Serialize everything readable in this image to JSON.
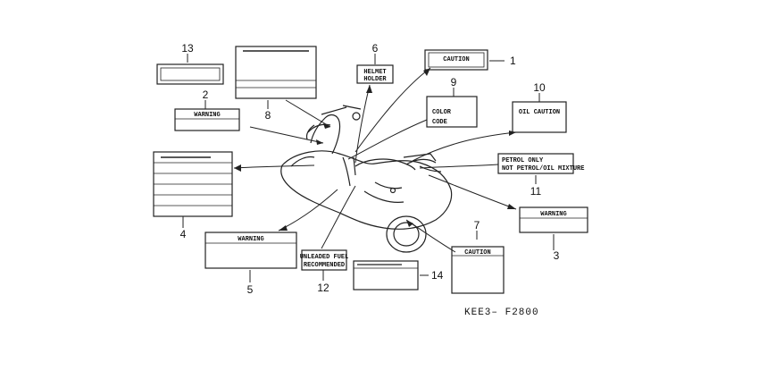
{
  "diagram": {
    "code": "KEE3– F2800",
    "labels": {
      "caution": "CAUTION",
      "color": "COLOR",
      "code": "CODE",
      "oil_caution": "OIL CAUTION",
      "warning": "WARNING",
      "unleaded": "UNLEADED FUEL",
      "recommended": "RECOMMENDED",
      "helmet": "HELMET",
      "holder": "HOLDER",
      "petrol1": "PETROL ONLY",
      "petrol2": "NOT PETROL/OIL MIXTURE"
    },
    "parts": [
      "1",
      "2",
      "3",
      "4",
      "5",
      "6",
      "7",
      "8",
      "9",
      "10",
      "11",
      "12",
      "13",
      "14"
    ]
  }
}
